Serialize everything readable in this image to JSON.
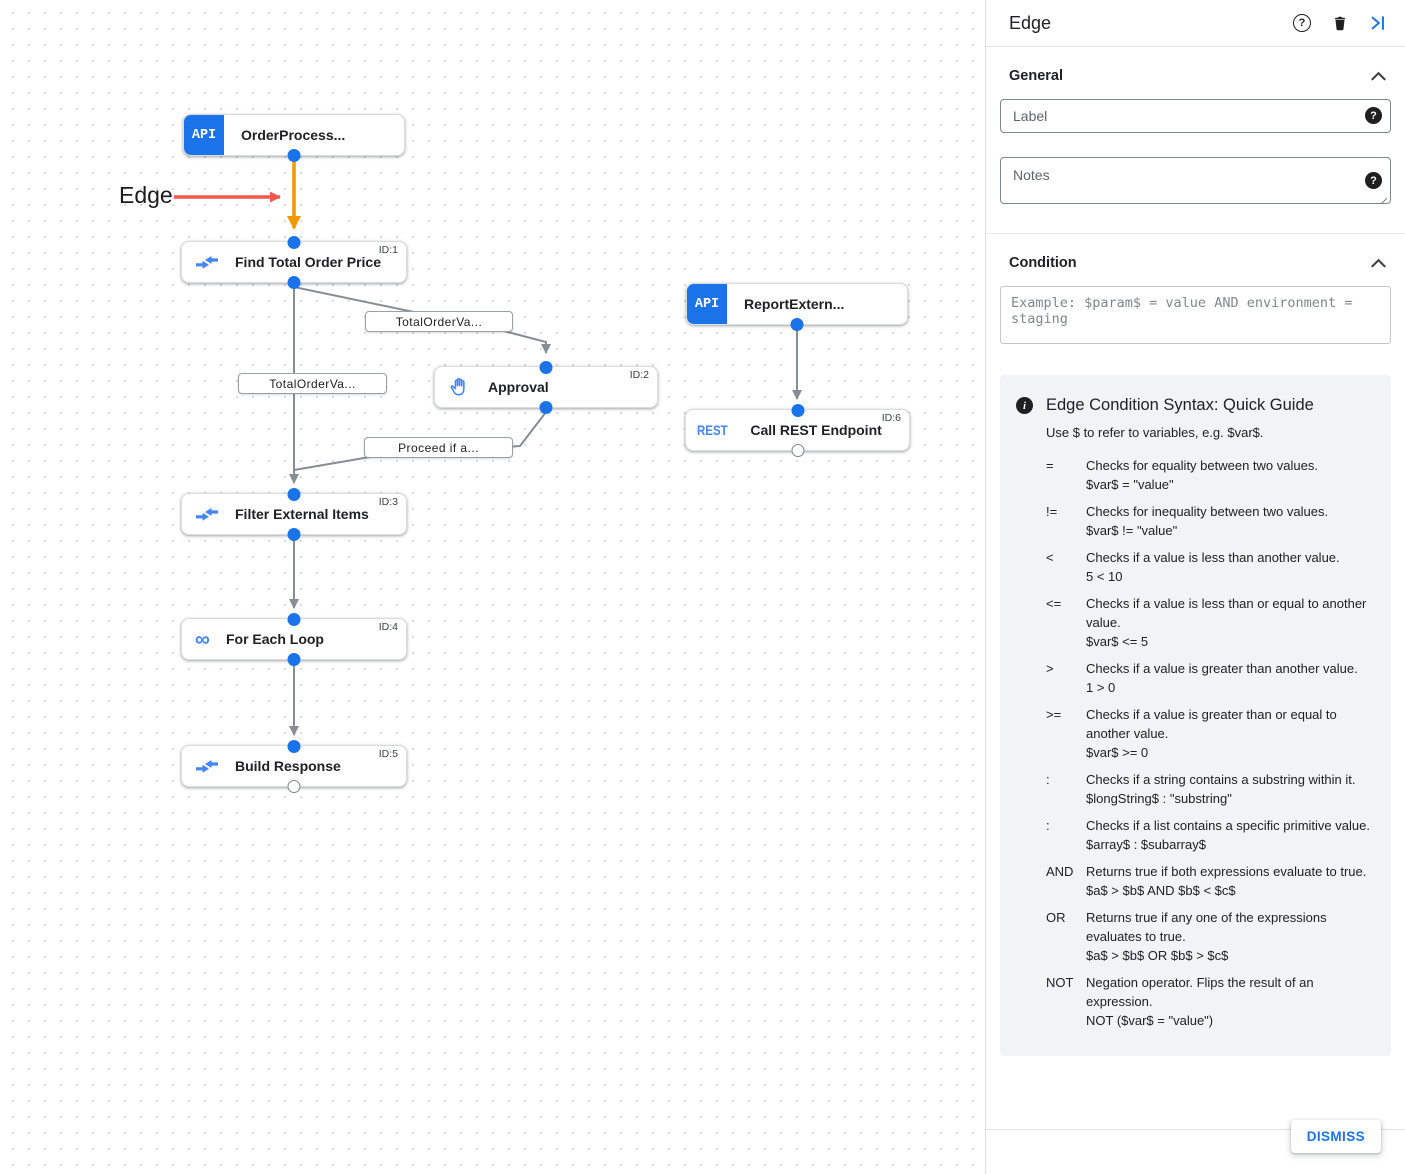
{
  "canvas": {
    "annotation": {
      "label": "Edge"
    },
    "nodes": [
      {
        "key": "order-process",
        "badge": "API",
        "label": "OrderProcess...",
        "id": ""
      },
      {
        "key": "find-total",
        "icon": "data-mapping",
        "label": "Find Total Order Price",
        "id": "ID:1"
      },
      {
        "key": "approval",
        "icon": "hand",
        "label": "Approval",
        "id": "ID:2"
      },
      {
        "key": "report-external",
        "badge": "API",
        "label": "ReportExtern...",
        "id": ""
      },
      {
        "key": "call-rest",
        "icon_text": "REST",
        "label": "Call REST Endpoint",
        "id": "ID:6"
      },
      {
        "key": "filter-items",
        "icon": "data-mapping",
        "label": "Filter External Items",
        "id": "ID:3"
      },
      {
        "key": "for-each",
        "icon_text": "∞",
        "label": "For Each Loop",
        "id": "ID:4"
      },
      {
        "key": "build-response",
        "icon": "data-mapping",
        "label": "Build Response",
        "id": "ID:5"
      }
    ],
    "edge_labels": [
      "TotalOrderVa...",
      "TotalOrderVa...",
      "Proceed if a..."
    ]
  },
  "panel": {
    "title": "Edge",
    "icons": {
      "help_glyph": "?",
      "info_glyph": "i"
    },
    "sections": {
      "general": "General",
      "condition": "Condition"
    },
    "fields": {
      "label_placeholder": "Label",
      "notes_placeholder": "Notes",
      "condition_placeholder": "Example: $param$ = value AND environment = staging"
    },
    "guide": {
      "title": "Edge Condition Syntax: Quick Guide",
      "subtitle": "Use $ to refer to variables, e.g. $var$.",
      "rows": [
        {
          "op": "=",
          "desc": "Checks for equality between two values.",
          "example": "$var$ = \"value\""
        },
        {
          "op": "!=",
          "desc": "Checks for inequality between two values.",
          "example": "$var$ != \"value\""
        },
        {
          "op": "<",
          "desc": "Checks if a value is less than another value.",
          "example": "5 < 10"
        },
        {
          "op": "<=",
          "desc": "Checks if a value is less than or equal to another value.",
          "example": "$var$ <= 5"
        },
        {
          "op": ">",
          "desc": "Checks if a value is greater than another value.",
          "example": "1 > 0"
        },
        {
          "op": ">=",
          "desc": "Checks if a value is greater than or equal to another value.",
          "example": "$var$ >= 0"
        },
        {
          "op": ":",
          "desc": "Checks if a string contains a substring within it.",
          "example": "$longString$ : \"substring\""
        },
        {
          "op": ":",
          "desc": "Checks if a list contains a specific primitive value.",
          "example": "$array$ : $subarray$"
        },
        {
          "op": "AND",
          "desc": "Returns true if both expressions evaluate to true.",
          "example": "$a$ > $b$ AND $b$ < $c$"
        },
        {
          "op": "OR",
          "desc": "Returns true if any one of the expressions evaluates to true.",
          "example": "$a$ > $b$ OR $b$ > $c$"
        },
        {
          "op": "NOT",
          "desc": "Negation operator. Flips the result of an expression.",
          "example": "NOT ($var$ = \"value\")"
        }
      ]
    },
    "dismiss_label": "DISMISS"
  },
  "colors": {
    "accent_blue": "#1a73e8",
    "node_icon_blue": "#4285f4",
    "selected_edge_orange": "#f29900",
    "annotation_red": "#f4574b",
    "edge_gray": "#868d94"
  }
}
